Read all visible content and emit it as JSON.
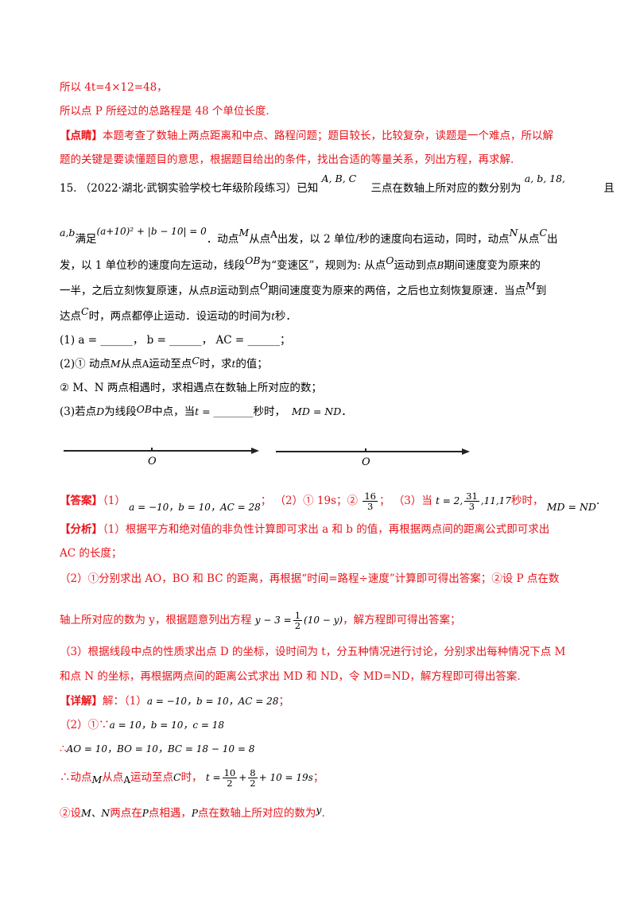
{
  "prev": {
    "line1": "所以 4t=4×12=48，",
    "line2": "所以点 P 所经过的总路程是 48 个单位长度.",
    "comment_tag": "【点睛】",
    "comment_a": "本题考查了数轴上两点距离和中点、路程问题；题目较长，比较复杂，读题是一个难点，所以解",
    "comment_b": "题的关键是要读懂题目的意思，根据题目给出的条件，找出合适的等量关系，列出方程，再求解."
  },
  "q15": {
    "num": "15.",
    "source": "（2022·湖北·武钢实验学校七年级阶段练习）已知",
    "points": "A, B, C",
    "mid": "三点在数轴上所对应的数分别为",
    "values": "a, b, 18,",
    "tail": "且",
    "l2_vars": "a,b",
    "l2_a": "满足",
    "l2_eq": "(a+10)² + |b − 10| = 0",
    "l2_b": "．动点",
    "M": "M",
    "l2_c": "从点",
    "A": "A",
    "l2_d": "出发，以 2 单位/秒的速度向右运动，同时，动点",
    "N": "N",
    "l2_e": "从点",
    "C": "C",
    "l2_f": "出",
    "l3_a": "发，以 1 单位秒的速度向左运动，线段",
    "OB": "OB",
    "l3_b": "为“变速区”，规则为: 从点",
    "O": "O",
    "l3_c": "运动到点",
    "B": "B",
    "l3_d": "期间速度变为原来的",
    "l4_a": "一半，之后立刻恢复原速，从点",
    "l4_b": "运动到点",
    "l4_c": "期间速度变为原来的两倍，之后也立刻恢复原速．当点",
    "l4_d": "到",
    "l5_a": "达点",
    "l5_b": "时，两点都停止运动．设运动的时间为",
    "t": "t",
    "l5_c": "秒．",
    "p1": "(1)  a = ______，  b = ______，  AC = ______；",
    "p2a": "(2)① 动点",
    "p2a_b": "从点",
    "p2a_c": "运动至点",
    "p2a_d": "时，求",
    "p2a_e": "的值；",
    "p2b": "② M、N 两点相遇时，求相遇点在数轴上所对应的数；",
    "p3a": "(3)若点",
    "D": "D",
    "p3b": "为线段",
    "p3c": "中点，当",
    "p3d": "t = ________",
    "p3e": "秒时，",
    "p3f": "MD = ND",
    "p3g": "．",
    "axis_label_1": "O",
    "axis_label_2": "O"
  },
  "answer": {
    "tag": "【答案】",
    "a1": "（1）",
    "a1_math": "a = −10，b = 10，AC = 28",
    "a1_sep": "；",
    "a2": "（2）① 19s；②",
    "a2_num": "16",
    "a2_den": "3",
    "a2_sep": "；",
    "a3": "（3）当",
    "a3_math_a": "t = 2,",
    "a3_num": "31",
    "a3_den": "3",
    "a3_math_b": ",11,17",
    "a3_b": "秒时，",
    "a3_math_c": "MD = ND",
    "a3_end": "."
  },
  "analysis": {
    "tag": "【分析】",
    "l1": "（1）根据平方和绝对值的非负性计算即可求出 a 和 b 的值，再根据两点间的距离公式即可求出",
    "l2": "AC 的长度；",
    "l3": "（2）①分别求出 AO，BO 和 BC 的距离，再根据“时间=路程÷速度”计算即可得出答案；②设 P 点在数",
    "l4_a": "轴上所对应的数为 y，根据题意列出方程",
    "l4_math_a": "y − 3 =",
    "l4_num": "1",
    "l4_den": "2",
    "l4_math_b": "(10 − y)",
    "l4_b": "，解方程即可得出答案；",
    "l5": "（3）根据线段中点的性质求出点 D 的坐标，设时间为 t，分五种情况进行讨论，分别求出每种情况下点 M",
    "l6": "和点 N 的坐标，再根据两点间的距离公式求出 MD 和 ND，令 MD=ND，解方程即可得出答案."
  },
  "detail": {
    "tag": "【详解】",
    "l1_a": "解：（1）",
    "l1_math": "a = −10，b = 10，AC = 28",
    "l1_end": "；",
    "l2_a": "（2）①∵",
    "l2_math": "a = 10，b = 10，c = 18",
    "l3_a": "∴",
    "l3_math": "AO = 10，BO = 10，BC = 18 − 10 = 8",
    "l4_a": "∴动点",
    "l4_b": "从点",
    "l4_c": "运动至点",
    "l4_d": "时，",
    "l4_math_a": "t =",
    "l4_n1": "10",
    "l4_d1": "2",
    "l4_plus": "+",
    "l4_n2": "8",
    "l4_d2": "2",
    "l4_math_b": "+ 10 = 19s",
    "l4_end": "；",
    "l5_a": "②设",
    "l5_MN": "M、N",
    "l5_b": "两点在",
    "P": "P",
    "l5_c": "点相遇，",
    "l5_d": "点在数轴上所对应的数为",
    "y": "y",
    "l5_end": "."
  }
}
